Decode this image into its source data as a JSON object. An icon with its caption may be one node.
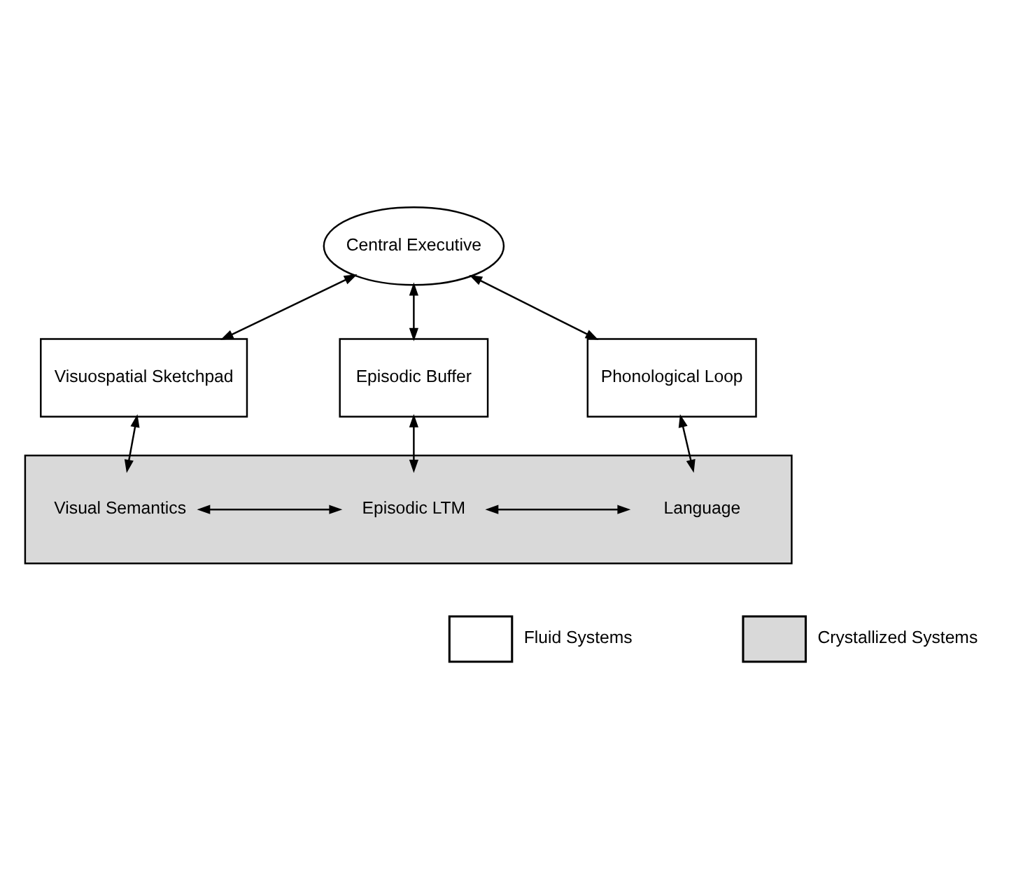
{
  "diagram": {
    "nodes": [
      {
        "text": [
          "Central Executive"
        ]
      },
      {
        "text": [
          "Visuospatial Sketchpad"
        ]
      },
      {
        "text": [
          "Episodic Buffer"
        ]
      },
      {
        "text": [
          "Phonological Loop"
        ]
      },
      {
        "text": [],
        "shape": "box"
      },
      {
        "text": [
          "Visual Semantics"
        ],
        "in": 4
      },
      {
        "text": [
          "Episodic LTM"
        ],
        "in": 4
      },
      {
        "text": [
          "Language"
        ],
        "in": 4
      }
    ],
    "edges": [
      {
        "from": 0,
        "to": 1,
        "arrow": "both"
      },
      {
        "from": 0,
        "to": 2,
        "arrow": "both"
      },
      {
        "from": 0,
        "to": 3,
        "arrow": "both"
      },
      {
        "from": 1,
        "to": 5,
        "arrow": "both"
      },
      {
        "from": 2,
        "to": 6,
        "arrow": "both"
      },
      {
        "from": 3,
        "to": 7,
        "arrow": "both"
      },
      {
        "from": 5,
        "to": 6,
        "arrow": "both"
      },
      {
        "from": 6,
        "to": 7,
        "arrow": "both"
      }
    ],
    "legend": [
      {
        "text": "Fluid Systems",
        "color": "#ffffff"
      },
      {
        "text": "Crystallized Systems",
        "color": "#d9d9d9"
      }
    ]
  }
}
